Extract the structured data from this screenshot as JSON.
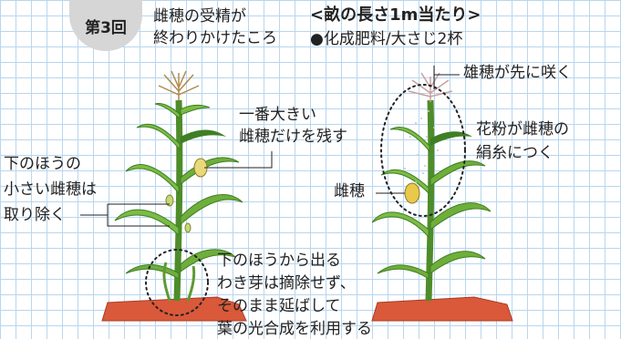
{
  "header": {
    "badge": "第3回",
    "stage_line1": "雌穂の受精が",
    "stage_line2": "終わりかけたころ",
    "ridge_title": "<畝の長さ1m当たり>",
    "fertilizer": "●化成肥料/大さじ2杯"
  },
  "left_plant": {
    "label_largest_line1": "一番大きい",
    "label_largest_line2": "雌穂だけを残す",
    "label_small_line1": "下のほうの",
    "label_small_line2": "小さい雌穂は",
    "label_small_line3": "取り除く",
    "label_suckers_line1": "下のほうから出る",
    "label_suckers_line2": "わき芽は摘除せず、",
    "label_suckers_line3": "そのまま延ばして",
    "label_suckers_line4": "葉の光合成を利用する"
  },
  "right_plant": {
    "label_tassel": "雄穂が先に咲く",
    "label_pollen_line1": "花粉が雌穂の",
    "label_pollen_line2": "絹糸につく",
    "label_ear": "雌穂"
  },
  "colors": {
    "grid": "#b9d6ee",
    "leaf": "#6fae3a",
    "leaf_dark": "#3f7f24",
    "soil": "#d9593a",
    "badge": "#d6d6d6"
  }
}
